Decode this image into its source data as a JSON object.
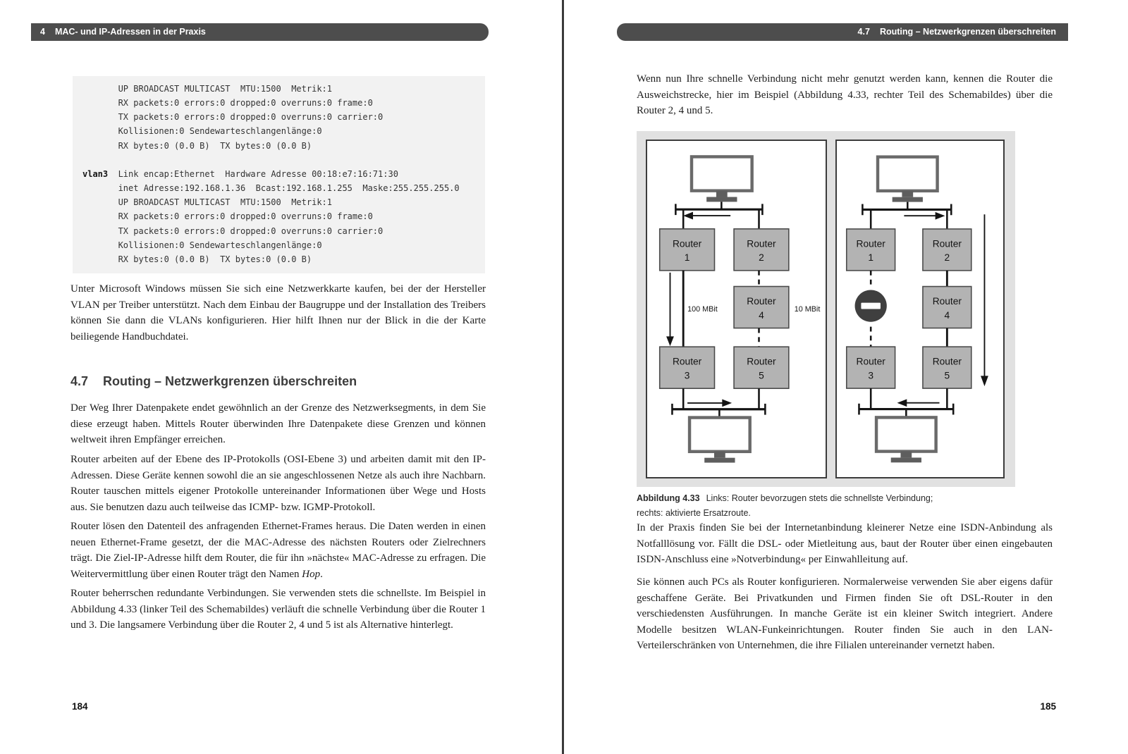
{
  "page_left": {
    "header": {
      "number": "4",
      "title": "MAC- und IP-Adressen in der Praxis"
    },
    "code": {
      "block1": "       UP BROADCAST MULTICAST  MTU:1500  Metrik:1\n       RX packets:0 errors:0 dropped:0 overruns:0 frame:0\n       TX packets:0 errors:0 dropped:0 overruns:0 carrier:0\n       Kollisionen:0 Sendewarteschlangenlänge:0\n       RX bytes:0 (0.0 B)  TX bytes:0 (0.0 B)\n\n",
      "iface": "vlan3",
      "block2": "  Link encap:Ethernet  Hardware Adresse 00:18:e7:16:71:30\n       inet Adresse:192.168.1.36  Bcast:192.168.1.255  Maske:255.255.255.0\n       UP BROADCAST MULTICAST  MTU:1500  Metrik:1\n       RX packets:0 errors:0 dropped:0 overruns:0 frame:0\n       TX packets:0 errors:0 dropped:0 overruns:0 carrier:0\n       Kollisionen:0 Sendewarteschlangenlänge:0\n       RX bytes:0 (0.0 B)  TX bytes:0 (0.0 B)"
    },
    "para1": "Unter Microsoft Windows müssen Sie sich eine Netzwerkkarte kaufen, bei der der Hersteller VLAN per Treiber unterstützt. Nach dem Einbau der Baugruppe und der Installation des Treibers können Sie dann die VLANs konfigurieren. Hier hilft Ihnen nur der Blick in die der Karte beiliegende Handbuchdatei.",
    "section": {
      "number": "4.7",
      "title": "Routing – Netzwerkgrenzen überschreiten"
    },
    "para2": "Der Weg Ihrer Datenpakete endet gewöhnlich an der Grenze des Netzwerksegments, in dem Sie diese erzeugt haben. Mittels Router überwinden Ihre Datenpakete diese Grenzen und können weltweit ihren Empfänger erreichen.",
    "para3": "Router arbeiten auf der Ebene des IP-Protokolls (OSI-Ebene 3) und arbeiten damit mit den IP-Adressen. Diese Geräte kennen sowohl die an sie angeschlossenen Netze als auch ihre Nachbarn. Router tauschen mittels eigener Protokolle untereinander Informationen über Wege und Hosts aus. Sie benutzen dazu auch teilweise das ICMP- bzw. IGMP-Protokoll.",
    "para4_pre": "Router lösen den Datenteil des anfragenden Ethernet-Frames heraus. Die Daten werden in einen neuen Ethernet-Frame gesetzt, der die MAC-Adresse des nächsten Routers oder Zielrechners trägt. Die Ziel-IP-Adresse hilft dem Router, die für ihn »nächste« MAC-Adresse zu erfragen. Die Weitervermittlung über einen Router trägt den Namen ",
    "para4_italic": "Hop",
    "para4_post": ".",
    "para5": "Router beherrschen redundante Verbindungen. Sie verwenden stets die schnellste. Im Beispiel in Abbildung 4.33 (linker Teil des Schemabildes) verläuft die schnelle Verbindung über die Router 1 und 3. Die langsamere Verbindung über die Router 2, 4 und 5 ist als Alternative hinterlegt.",
    "folio": "184"
  },
  "page_right": {
    "header": {
      "number": "4.7",
      "title": "Routing – Netzwerkgrenzen überschreiten"
    },
    "para1": "Wenn nun Ihre schnelle Verbindung nicht mehr genutzt werden kann, kennen die Router die Ausweichstrecke, hier im Beispiel (Abbildung 4.33, rechter Teil des Schemabildes) über die Router 2, 4 und 5.",
    "figure": {
      "router_word": "Router",
      "router_numbers": [
        "1",
        "2",
        "3",
        "4",
        "5"
      ],
      "fast_label": "100 MBit",
      "slow_label": "10 MBit"
    },
    "caption": {
      "label": "Abbildung 4.33",
      "line1": "Links: Router bevorzugen stets die schnellste Verbindung;",
      "line2": "rechts: aktivierte Ersatzroute."
    },
    "para2": "In der Praxis finden Sie bei der Internetanbindung kleinerer Netze eine ISDN-Anbindung als Notfalllösung vor. Fällt die DSL- oder Mietleitung aus, baut der Router über einen eingebauten ISDN-Anschluss eine »Notverbindung« per Einwahlleitung auf.",
    "para3": "Sie können auch PCs als Router konfigurieren. Normalerweise verwenden Sie aber eigens dafür geschaffene Geräte. Bei Privatkunden und Firmen finden Sie oft DSL-Router in den verschiedensten Ausführungen. In manche Geräte ist ein kleiner Switch integriert. Andere Modelle besitzen WLAN-Funkeinrichtungen. Router finden Sie auch in den LAN-Verteilerschränken von Unternehmen, die ihre Filialen untereinander vernetzt haben.",
    "folio": "185"
  }
}
